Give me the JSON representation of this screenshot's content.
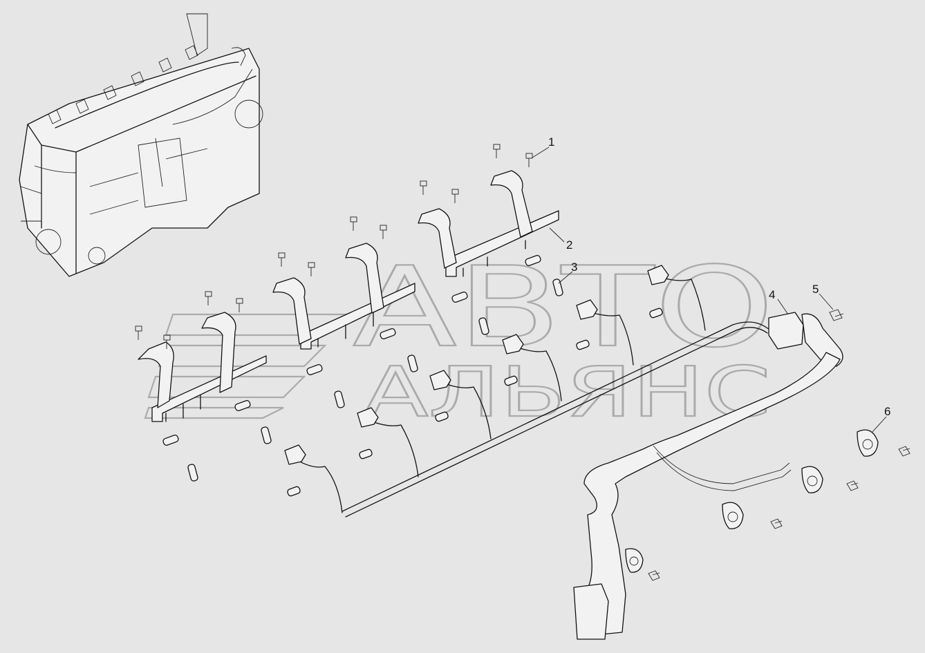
{
  "diagram": {
    "background_color": "#e6e6e6",
    "line_color": "#111111",
    "callouts": [
      {
        "id": "1",
        "label": "1"
      },
      {
        "id": "2",
        "label": "2"
      },
      {
        "id": "3",
        "label": "3"
      },
      {
        "id": "4",
        "label": "4"
      },
      {
        "id": "5",
        "label": "5"
      },
      {
        "id": "6",
        "label": "6"
      }
    ]
  },
  "watermark": {
    "line1": "АВТО",
    "line2": "АЛЬЯНС",
    "color": "#7a7a7a"
  }
}
